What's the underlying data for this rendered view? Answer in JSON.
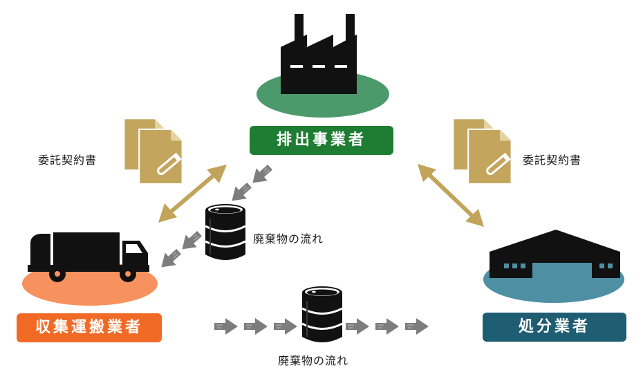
{
  "nodes": {
    "emitter": {
      "label": "排出事業者",
      "color": "#1e7d32",
      "ellipse_color": "#4c9a6c"
    },
    "collector": {
      "label": "収集運搬業者",
      "color": "#f06a26",
      "ellipse_color": "#f7915d"
    },
    "disposer": {
      "label": "処分業者",
      "color": "#1f5d72",
      "ellipse_color": "#4f8fa3"
    }
  },
  "contracts": {
    "left": "委託契約書",
    "right": "委託契約書"
  },
  "flows": {
    "upper": "廃棄物の流れ",
    "lower": "廃棄物の流れ"
  },
  "colors": {
    "contract_arrow": "#c1a45a",
    "document": "#c3a55d",
    "flow_arrow": "#7d7d7d"
  },
  "icons": [
    "factory-icon",
    "truck-icon",
    "warehouse-icon",
    "document-icon",
    "barrel-icon"
  ]
}
